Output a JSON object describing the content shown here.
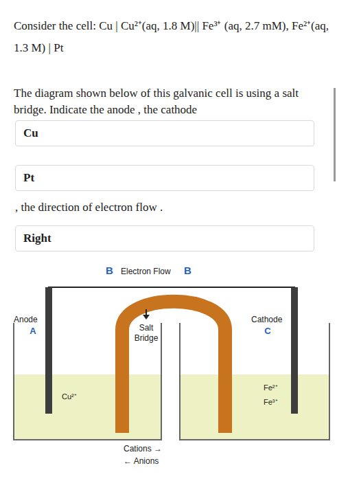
{
  "diagram": {
    "nodes": [
      {
        "text": [
          "Cu"
        ]
      },
      {
        "text": [
          "Pt"
        ]
      },
      {
        "text": [
          "Right"
        ]
      }
    ],
    "labels": [
      "Consider the cell: Cu | Cu²⁺(aq, 1.8 M)|| Fe³⁺ (aq, 2.7 mM), Fe²⁺(aq, 1.3 M) | Pt",
      "The diagram shown below of this galvanic cell is using a salt bridge. Indicate the anode , the cathode",
      ", the direction of electron flow .",
      "B",
      "Electron Flow",
      "B",
      "Anode",
      "A",
      "Cathode",
      "C",
      "Salt Bridge",
      "Cu²⁺",
      "Fe²⁺",
      "Fe³⁺",
      "Cations →",
      "← Anions"
    ]
  }
}
